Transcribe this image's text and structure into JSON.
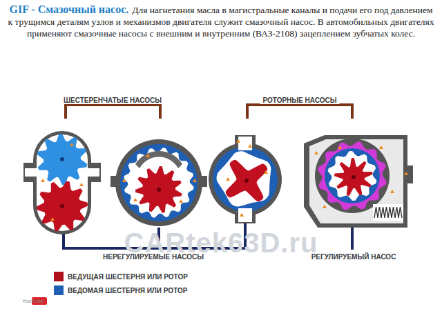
{
  "diagram": {
    "title": "GIF - Смазочный насос.",
    "caption": "Для нагнетания масла в магистральные каналы и подачи его под давлением к трущимся деталям узлов и механизмов двигателя служит смазочный насос. В автомобильных двигателях применяют смазочные насосы с внешним и внутренним (ВАЗ-2108) зацеплением зубчатых колес.",
    "labels": [
      "ШЕСТЕРЕНЧАТЫЕ НАСОСЫ",
      "РОТОРНЫЕ НАСОСЫ",
      "НЕРЕГУЛИРУЕМЫЕ НАСОСЫ",
      "РЕГУЛИРУЕМЫЙ НАСОС",
      "CARtek63D.ru",
      "YouTube"
    ],
    "legend": [
      {
        "text": "ВЕДУЩАЯ ШЕСТЕРНЯ ИЛИ РОТОР",
        "color": "#b0101c"
      },
      {
        "text": "ВЕДОМАЯ ШЕСТЕРНЯ ИЛИ РОТОР",
        "color": "#1e5fb4"
      }
    ]
  }
}
